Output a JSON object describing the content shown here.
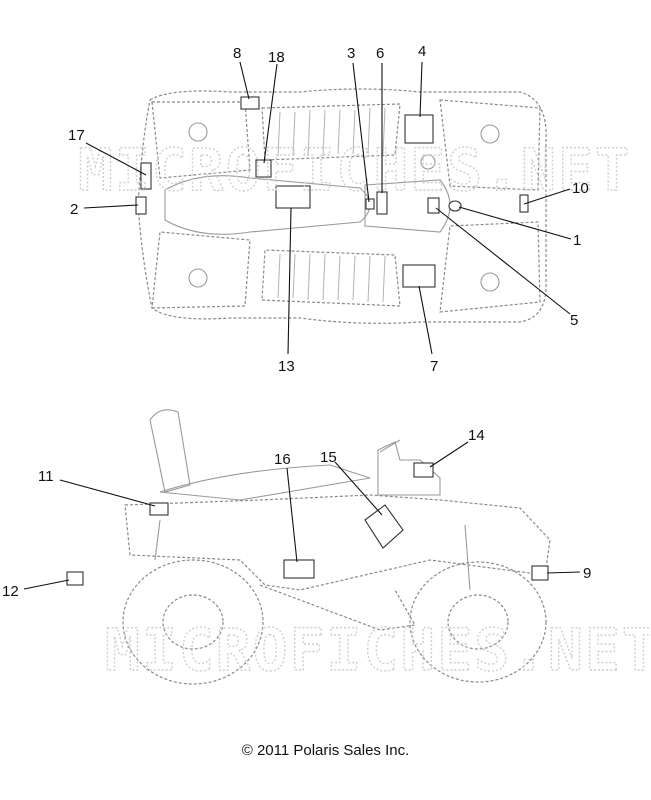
{
  "watermark": "MICROFICHES.NET",
  "copyright": "© 2011 Polaris Sales Inc.",
  "top_view_callouts": [
    "8",
    "18",
    "3",
    "6",
    "4",
    "17",
    "10",
    "2",
    "1",
    "5",
    "13",
    "7"
  ],
  "side_view_callouts": [
    "14",
    "16",
    "15",
    "11",
    "9",
    "12"
  ],
  "colors": {
    "line": "#111111",
    "vehicle_outline": "#8a8a8a",
    "watermark": "#cfcfcf"
  }
}
